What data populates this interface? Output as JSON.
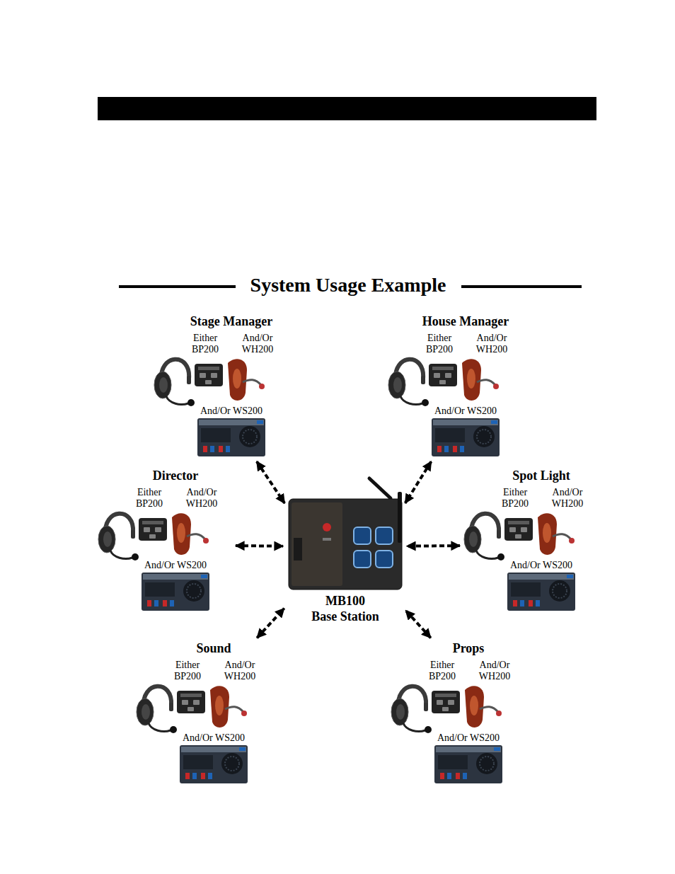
{
  "diagram": {
    "title": "System Usage Example",
    "nodes": [
      {
        "text": [
          "Stage Manager",
          "Either BP200",
          "And/Or WH200",
          "And/Or WS200"
        ]
      },
      {
        "text": [
          "House Manager",
          "Either BP200",
          "And/Or WH200",
          "And/Or WS200"
        ]
      },
      {
        "text": [
          "Director",
          "Either BP200",
          "And/Or WH200",
          "And/Or WS200"
        ]
      },
      {
        "text": [
          "MB100 Base Station"
        ]
      },
      {
        "text": [
          "Spot Light",
          "Either BP200",
          "And/Or WH200",
          "And/Or WS200"
        ]
      },
      {
        "text": [
          "Sound",
          "Either BP200",
          "And/Or WH200",
          "And/Or WS200"
        ]
      },
      {
        "text": [
          "Props",
          "Either BP200",
          "And/Or WH200",
          "And/Or WS200"
        ]
      }
    ],
    "edges": [
      {
        "from": 0,
        "to": 3,
        "arrow": "both"
      },
      {
        "from": 1,
        "to": 3,
        "arrow": "both"
      },
      {
        "from": 2,
        "to": 3,
        "arrow": "both"
      },
      {
        "from": 4,
        "to": 3,
        "arrow": "both"
      },
      {
        "from": 5,
        "to": 3,
        "arrow": "both"
      },
      {
        "from": 6,
        "to": 3,
        "arrow": "both"
      }
    ]
  }
}
